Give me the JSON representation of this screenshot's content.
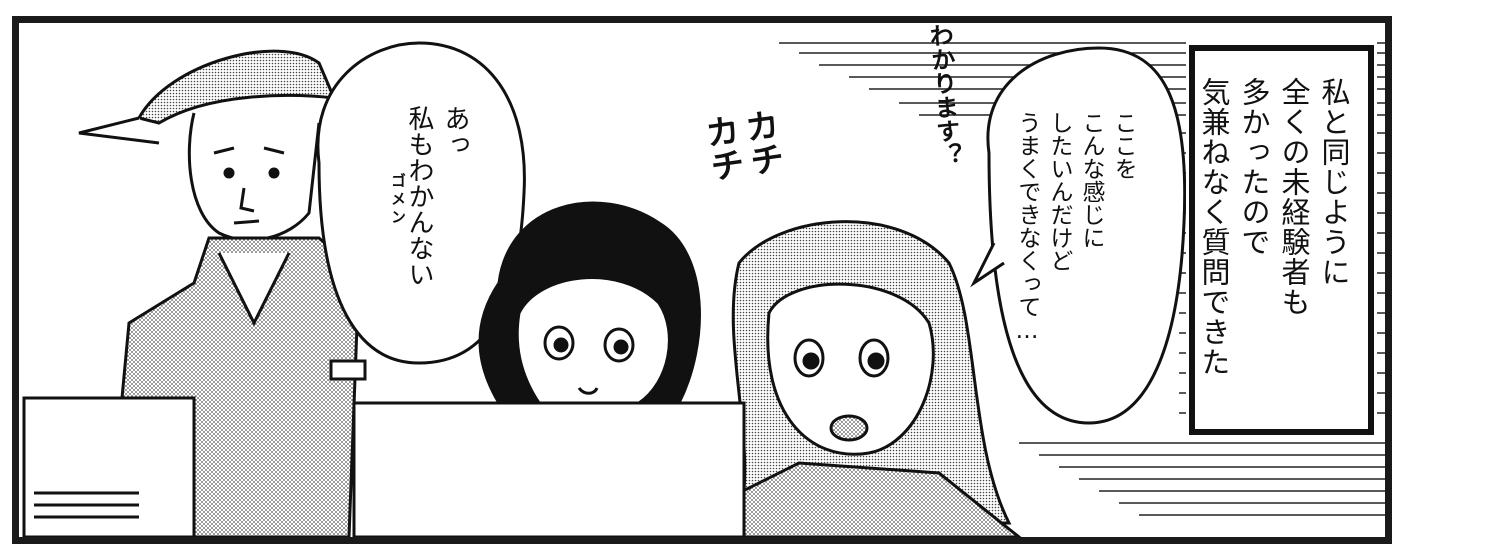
{
  "panel": {
    "caption": "私と同じように\n全くの未経験者も\n多かったので\n気兼ねなく質問できた",
    "bubble_left": "あっ\n私もわかんない",
    "whisper_left": "ゴメン",
    "bubble_right": "ここを\nこんな感じに\nしたいんだけど\nうまくできなくって…",
    "sfx_question": "わかります？",
    "sfx_click": "カチ\nカチ"
  },
  "colors": {
    "ink": "#111111",
    "tone": "#b8b8b8",
    "paper": "#ffffff"
  }
}
